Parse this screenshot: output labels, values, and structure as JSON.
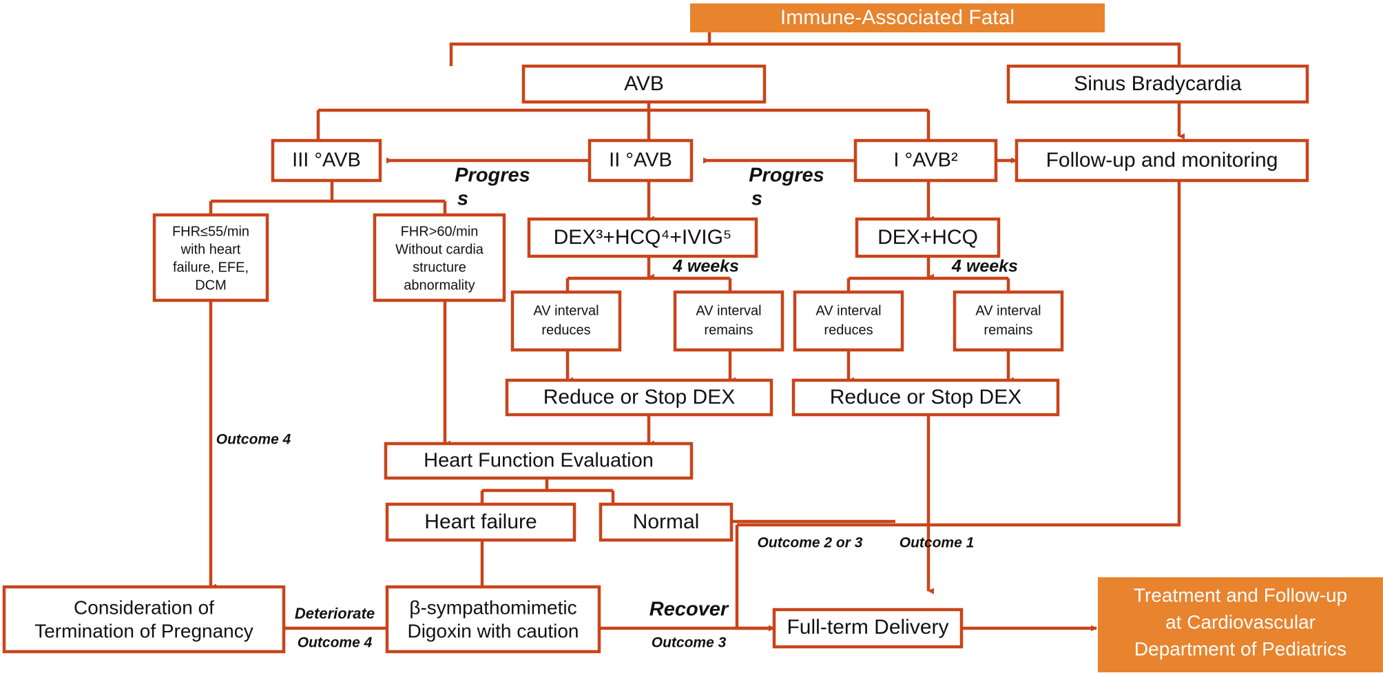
{
  "diagram": {
    "title": "Immune-Associated Fatal management flowchart",
    "colors": {
      "connector": "#C9441A",
      "box_border": "#C9441A",
      "highlight_fill": "#E8832E",
      "box_fill": "#FFFFFF",
      "text": "#111111",
      "highlight_text": "#FFFFFF"
    },
    "nodes": {
      "root": "Immune-Associated Fatal",
      "avb": "AVB",
      "sinus_bradycardia": "Sinus Bradycardia",
      "avb3": "III °AVB",
      "avb2": "II °AVB",
      "avb1": "I °AVB²",
      "followup_monitoring": "Follow-up and monitoring",
      "fhr_low_l1": "FHR≤55/min",
      "fhr_low_l2": "with heart",
      "fhr_low_l3": "failure, EFE,",
      "fhr_low_l4": "DCM",
      "fhr_high_l1": "FHR>60/min",
      "fhr_high_l2": "Without cardia",
      "fhr_high_l3": "structure",
      "fhr_high_l4": "abnormality",
      "dex_hcq_ivig": "DEX³+HCQ⁴+IVIG⁵",
      "dex_hcq": "DEX+HCQ",
      "av_reduces_l1": "AV interval",
      "av_reduces_l2": "reduces",
      "av_remains_l1": "AV interval",
      "av_remains_l2": "remains",
      "reduce_stop_dex": "Reduce or Stop DEX",
      "heart_function_evaluation": "Heart Function Evaluation",
      "heart_failure": "Heart failure",
      "normal": "Normal",
      "termination_l1": "Consideration of",
      "termination_l2": "Termination of Pregnancy",
      "beta_l1": "β-sympathomimetic",
      "beta_l2": "Digoxin with caution",
      "full_term_delivery": "Full-term Delivery",
      "cardio_dept_l1": "Treatment and Follow-up",
      "cardio_dept_l2": "at Cardiovascular",
      "cardio_dept_l3": "Department of Pediatrics"
    },
    "edge_labels": {
      "progress_left_l1": "Progres",
      "progress_left_l2": "s",
      "progress_right_l1": "Progres",
      "progress_right_l2": "s",
      "four_weeks_left": "4 weeks",
      "four_weeks_right": "4 weeks",
      "deteriorate": "Deteriorate",
      "recover": "Recover"
    },
    "outcome_labels": {
      "outcome_4_left": "Outcome 4",
      "outcome_2_or_3": "Outcome 2 or 3",
      "outcome_1": "Outcome 1",
      "outcome_4_bottom": "Outcome 4",
      "outcome_3": "Outcome 3"
    }
  }
}
